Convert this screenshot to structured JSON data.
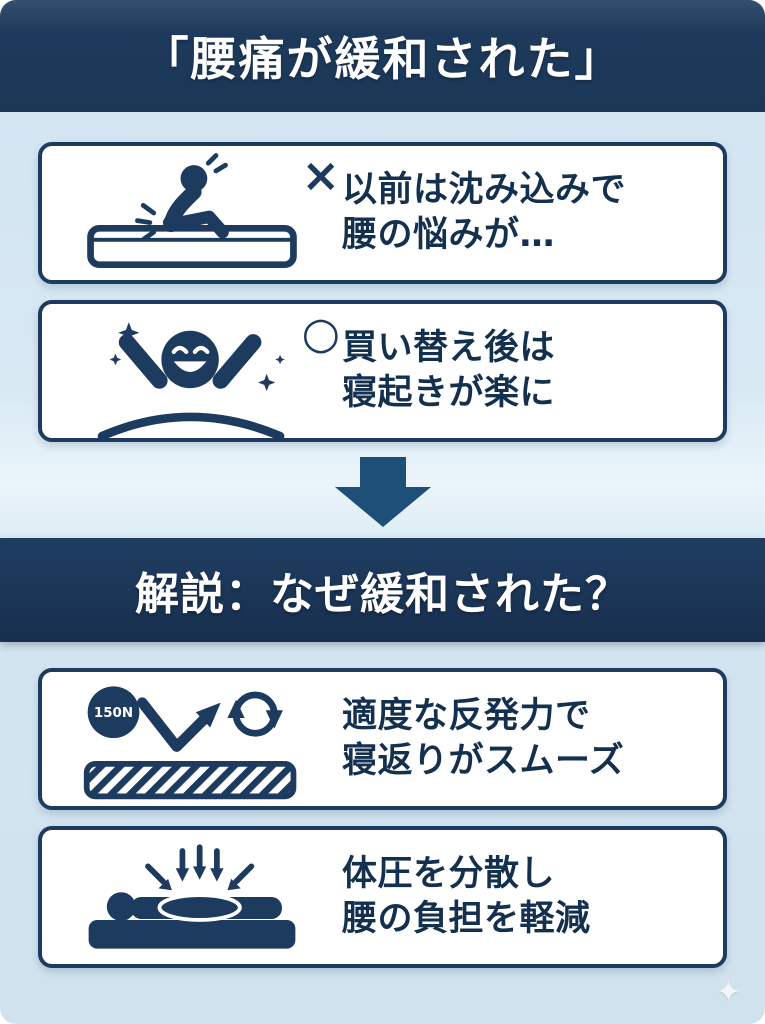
{
  "colors": {
    "navy": "#1d3a5f",
    "navy_dark": "#182f4e",
    "light_blue": "#d2e4f0",
    "white": "#ffffff"
  },
  "header": {
    "title": "「腰痛が緩和された」"
  },
  "section": {
    "title": "解説：なぜ緩和された？"
  },
  "cards": [
    {
      "id": "before",
      "icon": "person-back-pain-on-mattress-icon",
      "mark": "×",
      "lines": [
        "以前は沈み込みで",
        "腰の悩みが…"
      ]
    },
    {
      "id": "after",
      "icon": "person-wake-refreshed-icon",
      "mark": "○",
      "lines": [
        "買い替え後は",
        "寝起きが楽に"
      ]
    },
    {
      "id": "rebound",
      "icon": "mattress-rebound-icon",
      "badge": "150N",
      "lines": [
        "適度な反発力で",
        "寝返りがスムーズ"
      ]
    },
    {
      "id": "pressure",
      "icon": "pressure-distribution-icon",
      "lines": [
        "体圧を分散し",
        "腰の負担を軽減"
      ]
    }
  ],
  "footer": {
    "mark": "✦"
  }
}
